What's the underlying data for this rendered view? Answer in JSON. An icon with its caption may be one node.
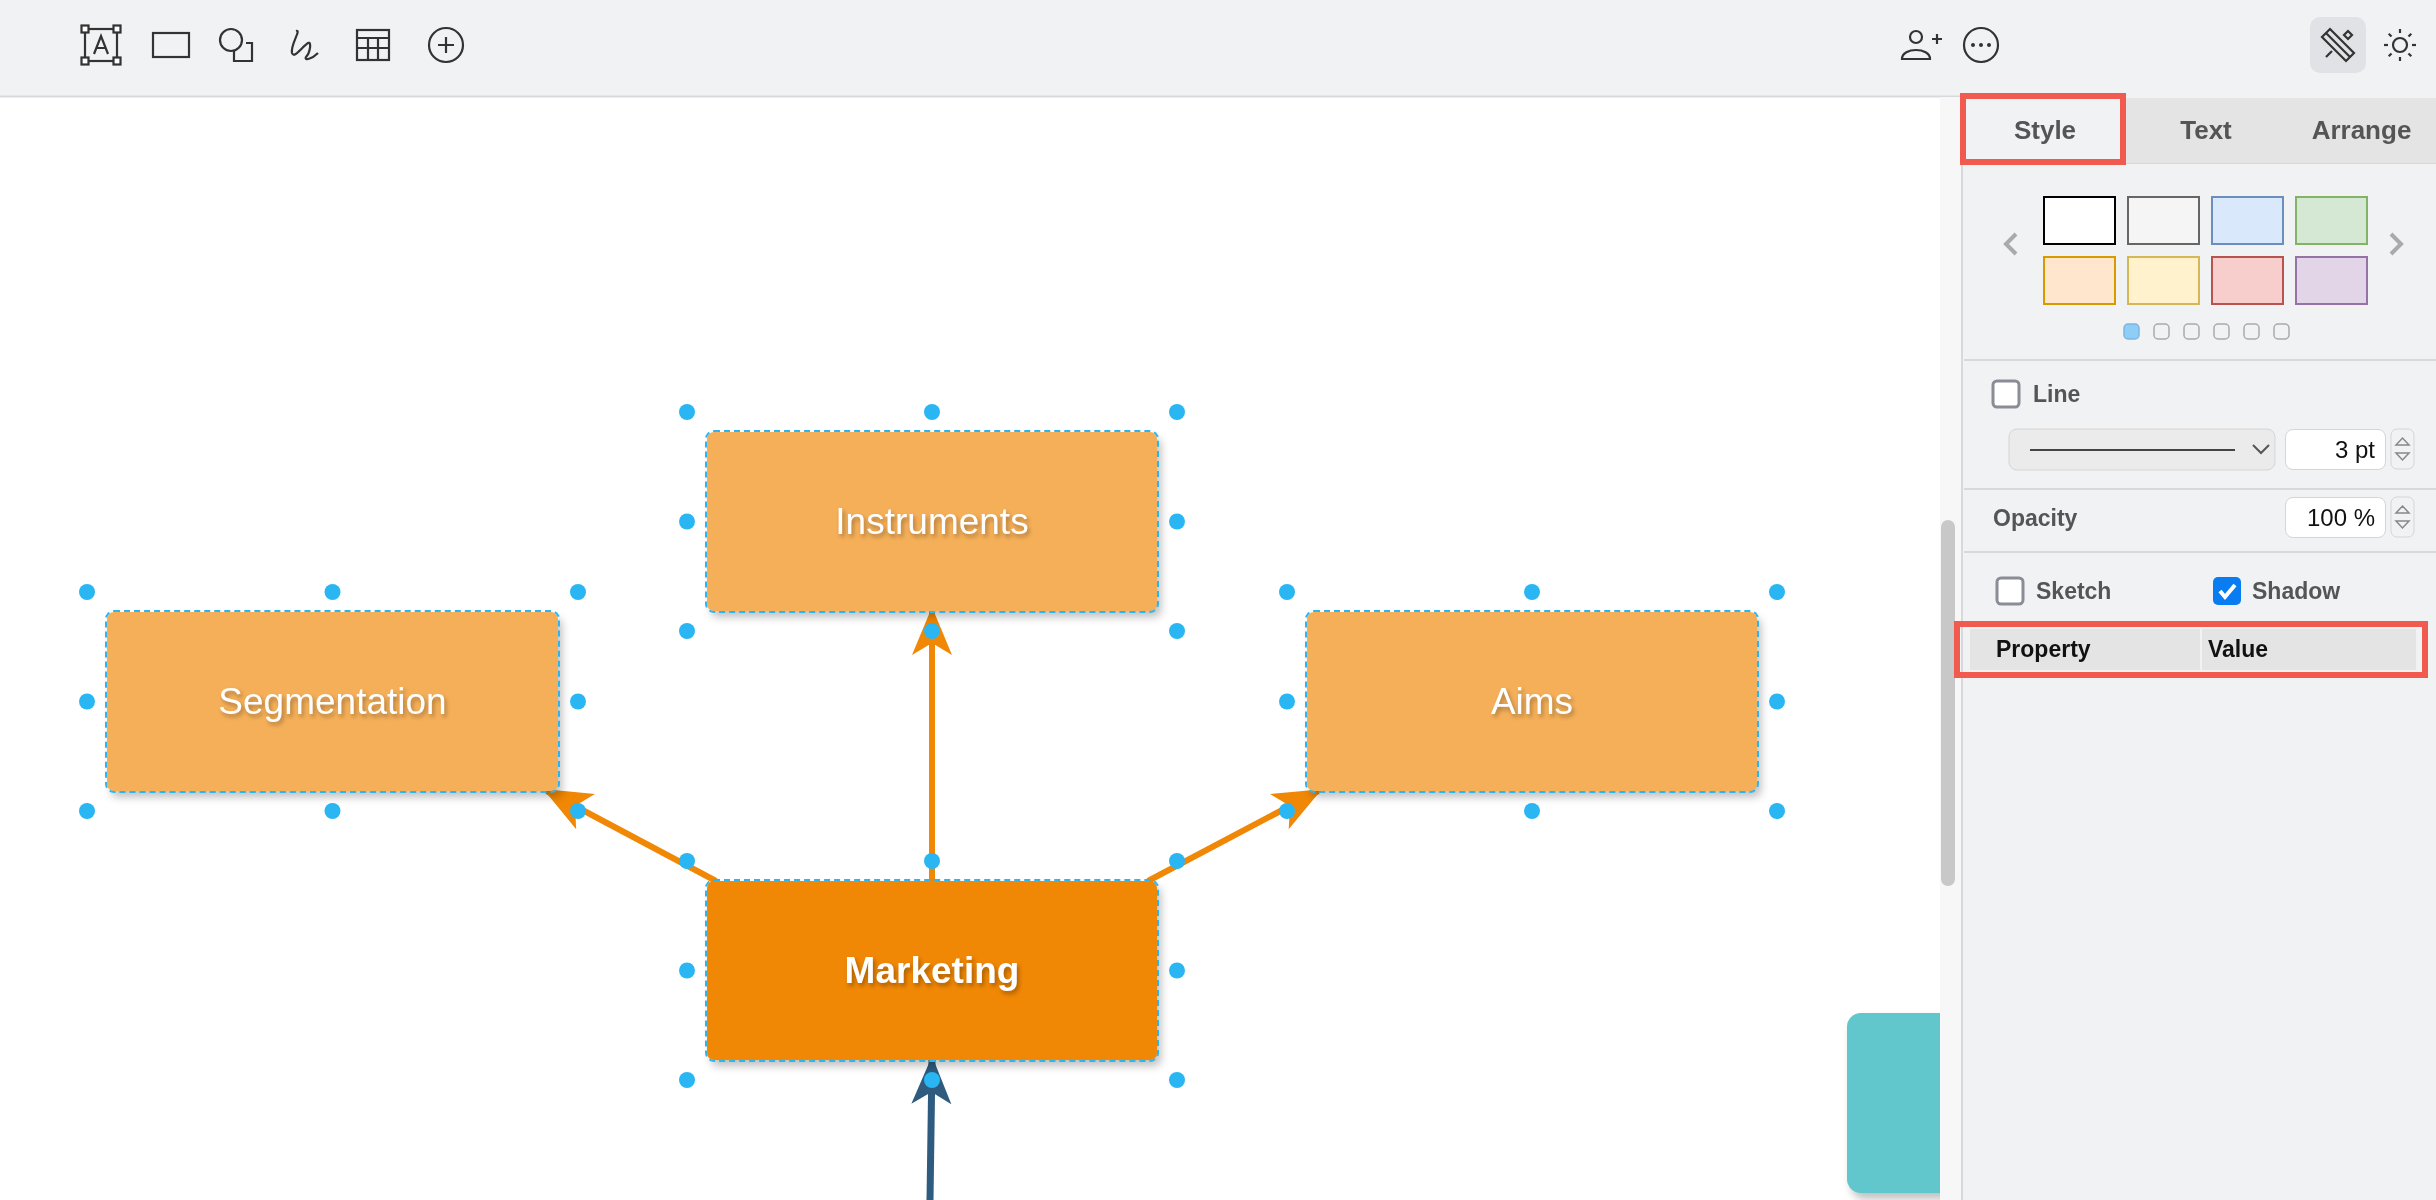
{
  "diagram": {
    "nodes": [
      {
        "text": [
          "Instruments"
        ]
      },
      {
        "text": [
          "Segmentation"
        ]
      },
      {
        "text": [
          "Aims"
        ]
      },
      {
        "text": [
          "Marketing"
        ]
      },
      {
        "text": [],
        "shape": "box"
      }
    ],
    "edges": [
      {
        "from": 3,
        "to": 0,
        "arrow": "to"
      },
      {
        "from": 3,
        "to": 1,
        "arrow": "to"
      },
      {
        "from": 3,
        "to": 2,
        "arrow": "to"
      },
      {
        "from": null,
        "to": 3,
        "arrow": "to",
        "color": "#2e5b7e"
      }
    ],
    "labels": [
      "Style",
      "Text",
      "Arrange",
      "Line",
      "3 pt",
      "Opacity",
      "100 %",
      "Sketch",
      "Shadow",
      "Property",
      "Value"
    ]
  }
}
